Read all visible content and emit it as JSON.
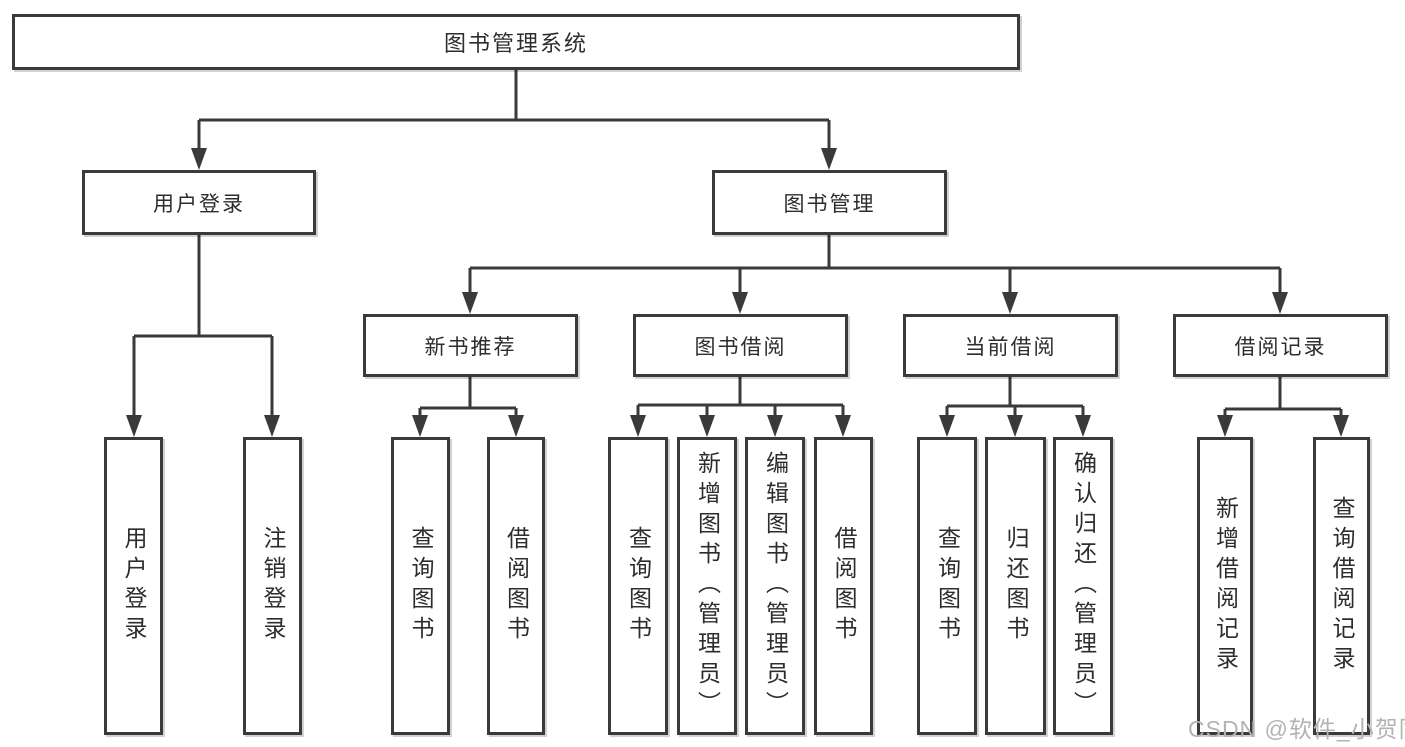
{
  "diagram": {
    "colors": {
      "background": "#ffffff",
      "line": "#3a3a3a",
      "box_border": "#3a3a3a",
      "text": "#2d2d2d",
      "watermark": "#b3b3b3"
    },
    "nodes": {
      "root": {
        "label": "图书管理系统"
      },
      "user_login": {
        "label": "用户登录"
      },
      "book_mgmt": {
        "label": "图书管理"
      },
      "new_rec": {
        "label": "新书推荐"
      },
      "book_borrow": {
        "label": "图书借阅"
      },
      "current_borrow": {
        "label": "当前借阅"
      },
      "borrow_record": {
        "label": "借阅记录"
      },
      "leaf_user_login": {
        "label": "用户登录"
      },
      "leaf_logout": {
        "label": "注销登录"
      },
      "leaf_query_1": {
        "label": "查询图书"
      },
      "leaf_borrow_1": {
        "label": "借阅图书"
      },
      "leaf_query_2": {
        "label": "查询图书"
      },
      "leaf_add_book": {
        "label": "新增图书（管理员）"
      },
      "leaf_edit_book": {
        "label": "编辑图书（管理员）"
      },
      "leaf_borrow_2": {
        "label": "借阅图书"
      },
      "leaf_query_3": {
        "label": "查询图书"
      },
      "leaf_return": {
        "label": "归还图书"
      },
      "leaf_confirm_return": {
        "label": "确认归还（管理员）"
      },
      "leaf_add_record": {
        "label": "新增借阅记录"
      },
      "leaf_query_record": {
        "label": "查询借阅记录"
      }
    },
    "hierarchy": {
      "图书管理系统": {
        "用户登录": [
          "用户登录",
          "注销登录"
        ],
        "图书管理": {
          "新书推荐": [
            "查询图书",
            "借阅图书"
          ],
          "图书借阅": [
            "查询图书",
            "新增图书（管理员）",
            "编辑图书（管理员）",
            "借阅图书"
          ],
          "当前借阅": [
            "查询图书",
            "归还图书",
            "确认归还（管理员）"
          ],
          "借阅记录": [
            "新增借阅记录",
            "查询借阅记录"
          ]
        }
      }
    },
    "watermark": {
      "text": "CSDN @软件_小贺同学"
    }
  }
}
